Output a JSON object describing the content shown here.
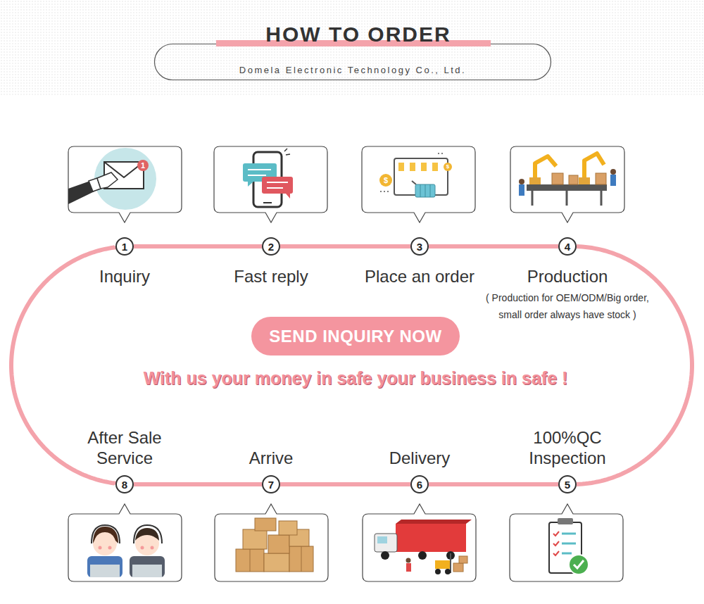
{
  "diagram": {
    "title": "HOW TO ORDER",
    "nodes": [
      {
        "text": [
          "Domela Electronic Technology Co., Ltd."
        ]
      },
      {
        "text": [
          "1",
          "Inquiry"
        ]
      },
      {
        "text": [
          "2",
          "Fast reply"
        ]
      },
      {
        "text": [
          "3",
          "Place an order"
        ]
      },
      {
        "text": [
          "4",
          "Production",
          "( Production for OEM/ODM/Big order, small order always have stock )"
        ]
      },
      {
        "text": [
          "5",
          "100%QC Inspection"
        ]
      },
      {
        "text": [
          "6",
          "Delivery"
        ]
      },
      {
        "text": [
          "7",
          "Arrive"
        ]
      },
      {
        "text": [
          "8",
          "After Sale Service"
        ]
      },
      {
        "text": [
          "SEND INQUIRY NOW"
        ]
      }
    ],
    "edges": [
      {
        "from": 1,
        "to": 2,
        "arrow": "none"
      },
      {
        "from": 2,
        "to": 3,
        "arrow": "none"
      },
      {
        "from": 3,
        "to": 4,
        "arrow": "none"
      },
      {
        "from": 4,
        "to": 5,
        "arrow": "none"
      },
      {
        "from": 5,
        "to": 6,
        "arrow": "none"
      },
      {
        "from": 6,
        "to": 7,
        "arrow": "none"
      },
      {
        "from": 7,
        "to": 8,
        "arrow": "none"
      },
      {
        "from": 8,
        "to": 1,
        "arrow": "none"
      }
    ],
    "labels": [
      "With us your money in safe your business in safe !",
      "1",
      "$",
      "$"
    ]
  }
}
